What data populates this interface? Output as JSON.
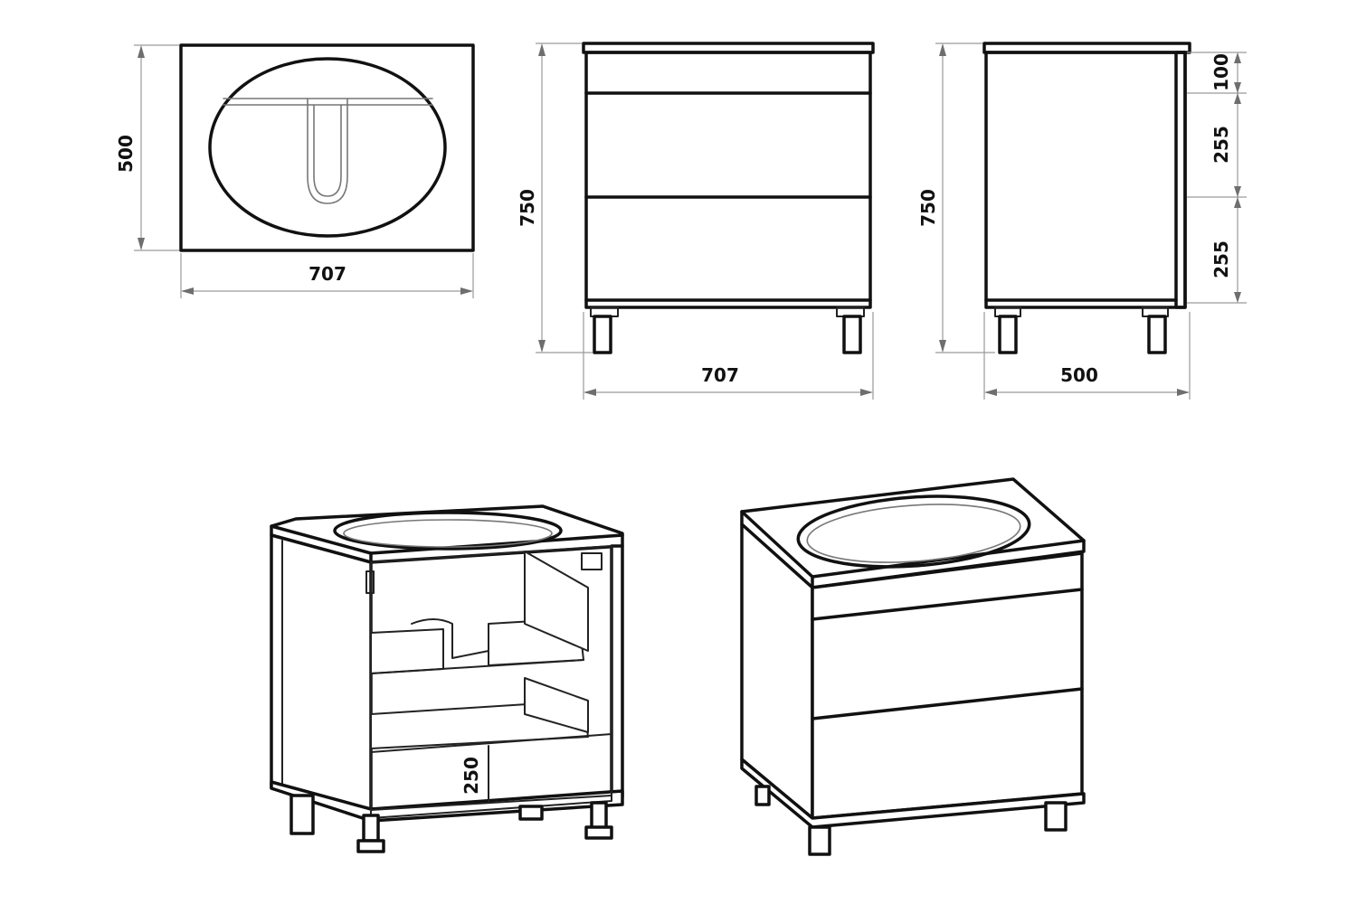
{
  "top_view": {
    "width_label": "707",
    "depth_label": "500"
  },
  "front_view": {
    "height_label": "750",
    "width_label": "707"
  },
  "side_view": {
    "height_label": "750",
    "depth_label": "500",
    "top_panel_label": "100",
    "drawer_upper_label": "255",
    "drawer_lower_label": "255"
  },
  "perspective_open": {
    "bottom_space_label": "250"
  },
  "colors": {
    "line": "#111111",
    "dimension": "#9a9a9a",
    "background": "#ffffff"
  }
}
